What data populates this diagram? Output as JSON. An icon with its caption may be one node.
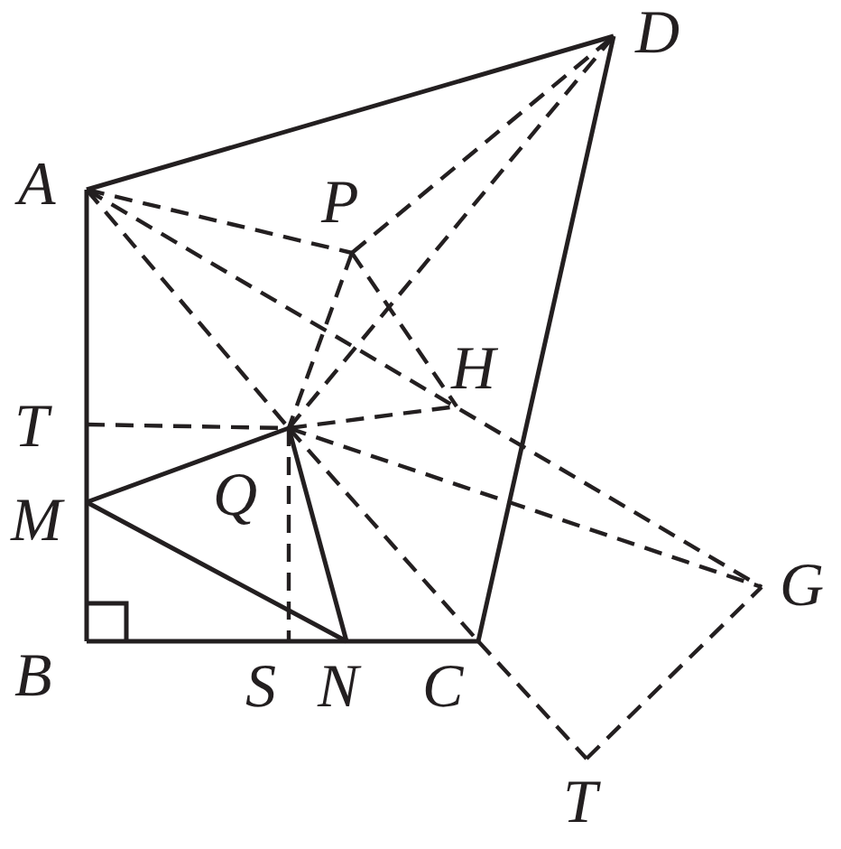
{
  "diagram": {
    "nodes": [
      {
        "text": [
          "A"
        ]
      },
      {
        "text": [
          "D"
        ]
      },
      {
        "text": [
          "P"
        ]
      },
      {
        "text": [
          "H"
        ]
      },
      {
        "text": [
          "T"
        ]
      },
      {
        "text": [
          "Q"
        ]
      },
      {
        "text": [
          "M"
        ]
      },
      {
        "text": [
          "G"
        ]
      },
      {
        "text": [
          "B"
        ]
      },
      {
        "text": [
          "S"
        ]
      },
      {
        "text": [
          "N"
        ]
      },
      {
        "text": [
          "C"
        ]
      },
      {
        "text": [
          "T"
        ]
      }
    ],
    "edges": [
      {
        "from": 0,
        "to": 1,
        "arrow": "none"
      },
      {
        "from": 1,
        "to": 11,
        "arrow": "none"
      },
      {
        "from": 0,
        "to": 4,
        "arrow": "none"
      },
      {
        "from": 4,
        "to": 6,
        "arrow": "none"
      },
      {
        "from": 6,
        "to": 8,
        "arrow": "none"
      },
      {
        "from": 8,
        "to": 9,
        "arrow": "none"
      },
      {
        "from": 9,
        "to": 10,
        "arrow": "none"
      },
      {
        "from": 10,
        "to": 11,
        "arrow": "none"
      },
      {
        "from": 6,
        "to": 5,
        "arrow": "none"
      },
      {
        "from": 5,
        "to": 10,
        "arrow": "none"
      },
      {
        "from": 6,
        "to": 10,
        "arrow": "none"
      },
      {
        "from": 0,
        "to": 2,
        "arrow": "none",
        "style": "dashed"
      },
      {
        "from": 2,
        "to": 1,
        "arrow": "none",
        "style": "dashed"
      },
      {
        "from": 0,
        "to": 5,
        "arrow": "none",
        "style": "dashed"
      },
      {
        "from": 0,
        "to": 7,
        "arrow": "none",
        "style": "dashed"
      },
      {
        "from": 2,
        "to": 5,
        "arrow": "none",
        "style": "dashed"
      },
      {
        "from": 2,
        "to": 3,
        "arrow": "none",
        "style": "dashed"
      },
      {
        "from": 5,
        "to": 1,
        "arrow": "none",
        "style": "dashed"
      },
      {
        "from": 5,
        "to": 3,
        "arrow": "none",
        "style": "dashed"
      },
      {
        "from": 5,
        "to": 7,
        "arrow": "none",
        "style": "dashed"
      },
      {
        "from": 5,
        "to": 11,
        "arrow": "none",
        "style": "dashed"
      },
      {
        "from": 4,
        "to": 5,
        "arrow": "none",
        "style": "dashed"
      },
      {
        "from": 5,
        "to": 9,
        "arrow": "none",
        "style": "dashed"
      },
      {
        "from": 11,
        "to": 12,
        "arrow": "none",
        "style": "dashed"
      },
      {
        "from": 12,
        "to": 7,
        "arrow": "none",
        "style": "dashed"
      }
    ]
  }
}
